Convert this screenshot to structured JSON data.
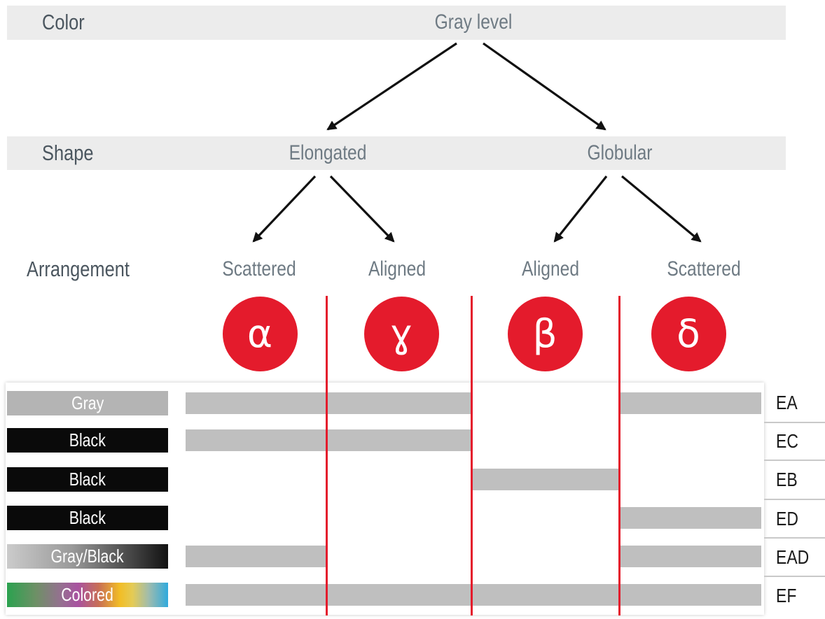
{
  "figure": {
    "levels": [
      {
        "header": "Color",
        "nodes": [
          "Gray level"
        ]
      },
      {
        "header": "Shape",
        "nodes": [
          "Elongated",
          "Globular"
        ]
      },
      {
        "header": "Arrangement",
        "nodes": [
          "Scattered",
          "Aligned",
          "Aligned",
          "Scattered"
        ]
      }
    ],
    "classes": [
      "α",
      "ɣ",
      "β",
      "δ"
    ],
    "matrix": {
      "rows": [
        {
          "label": "Gray",
          "style": "gray",
          "code": "EA",
          "segments": [
            [
              1,
              2
            ],
            [
              4,
              4
            ]
          ]
        },
        {
          "label": "Black",
          "style": "black",
          "code": "EC",
          "segments": [
            [
              1,
              2
            ]
          ]
        },
        {
          "label": "Black",
          "style": "black",
          "code": "EB",
          "segments": [
            [
              3,
              3
            ]
          ]
        },
        {
          "label": "Black",
          "style": "black",
          "code": "ED",
          "segments": [
            [
              4,
              4
            ]
          ]
        },
        {
          "label": "Gray/Black",
          "style": "gray-black",
          "code": "EAD",
          "segments": [
            [
              1,
              1
            ],
            [
              4,
              4
            ]
          ]
        },
        {
          "label": "Colored",
          "style": "colored",
          "code": "EF",
          "segments": [
            [
              1,
              4
            ]
          ]
        }
      ]
    }
  },
  "colors": {
    "accent_red": "#e41b2c",
    "band_gray": "#ececec",
    "bar_gray": "#bfbfbf",
    "header_text": "#4b565f",
    "node_text": "#6e7a83"
  }
}
